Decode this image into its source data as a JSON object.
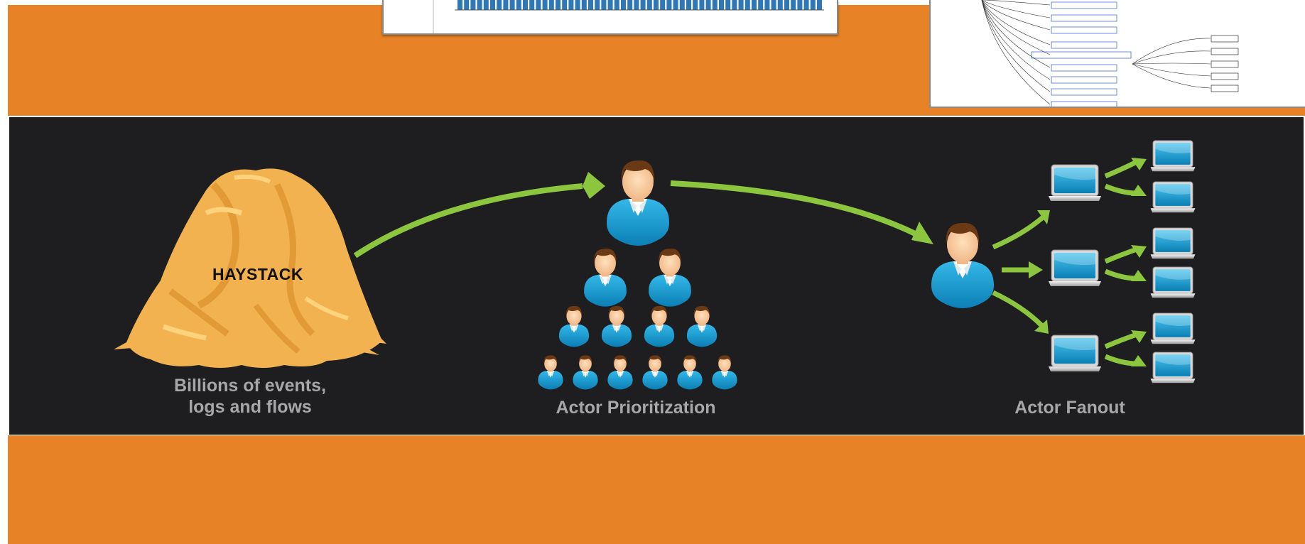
{
  "diagram": {
    "haystack_label": "HAYSTACK",
    "caption_left_line1": "Billions of events,",
    "caption_left_line2": "logs and flows",
    "caption_middle": "Actor Prioritization",
    "caption_right": "Actor Fanout"
  },
  "colors": {
    "orange": "#E78326",
    "dark": "#1E1E20",
    "arrow_green": "#8CC63F",
    "caption_gray": "#A7A7A9",
    "hay": "#F2B24F",
    "person_blue": "#1DA1D6",
    "laptop_blue": "#1AA6D9"
  },
  "icons": [
    "haystack-icon",
    "person-icon",
    "laptop-icon",
    "arrow-icon"
  ]
}
